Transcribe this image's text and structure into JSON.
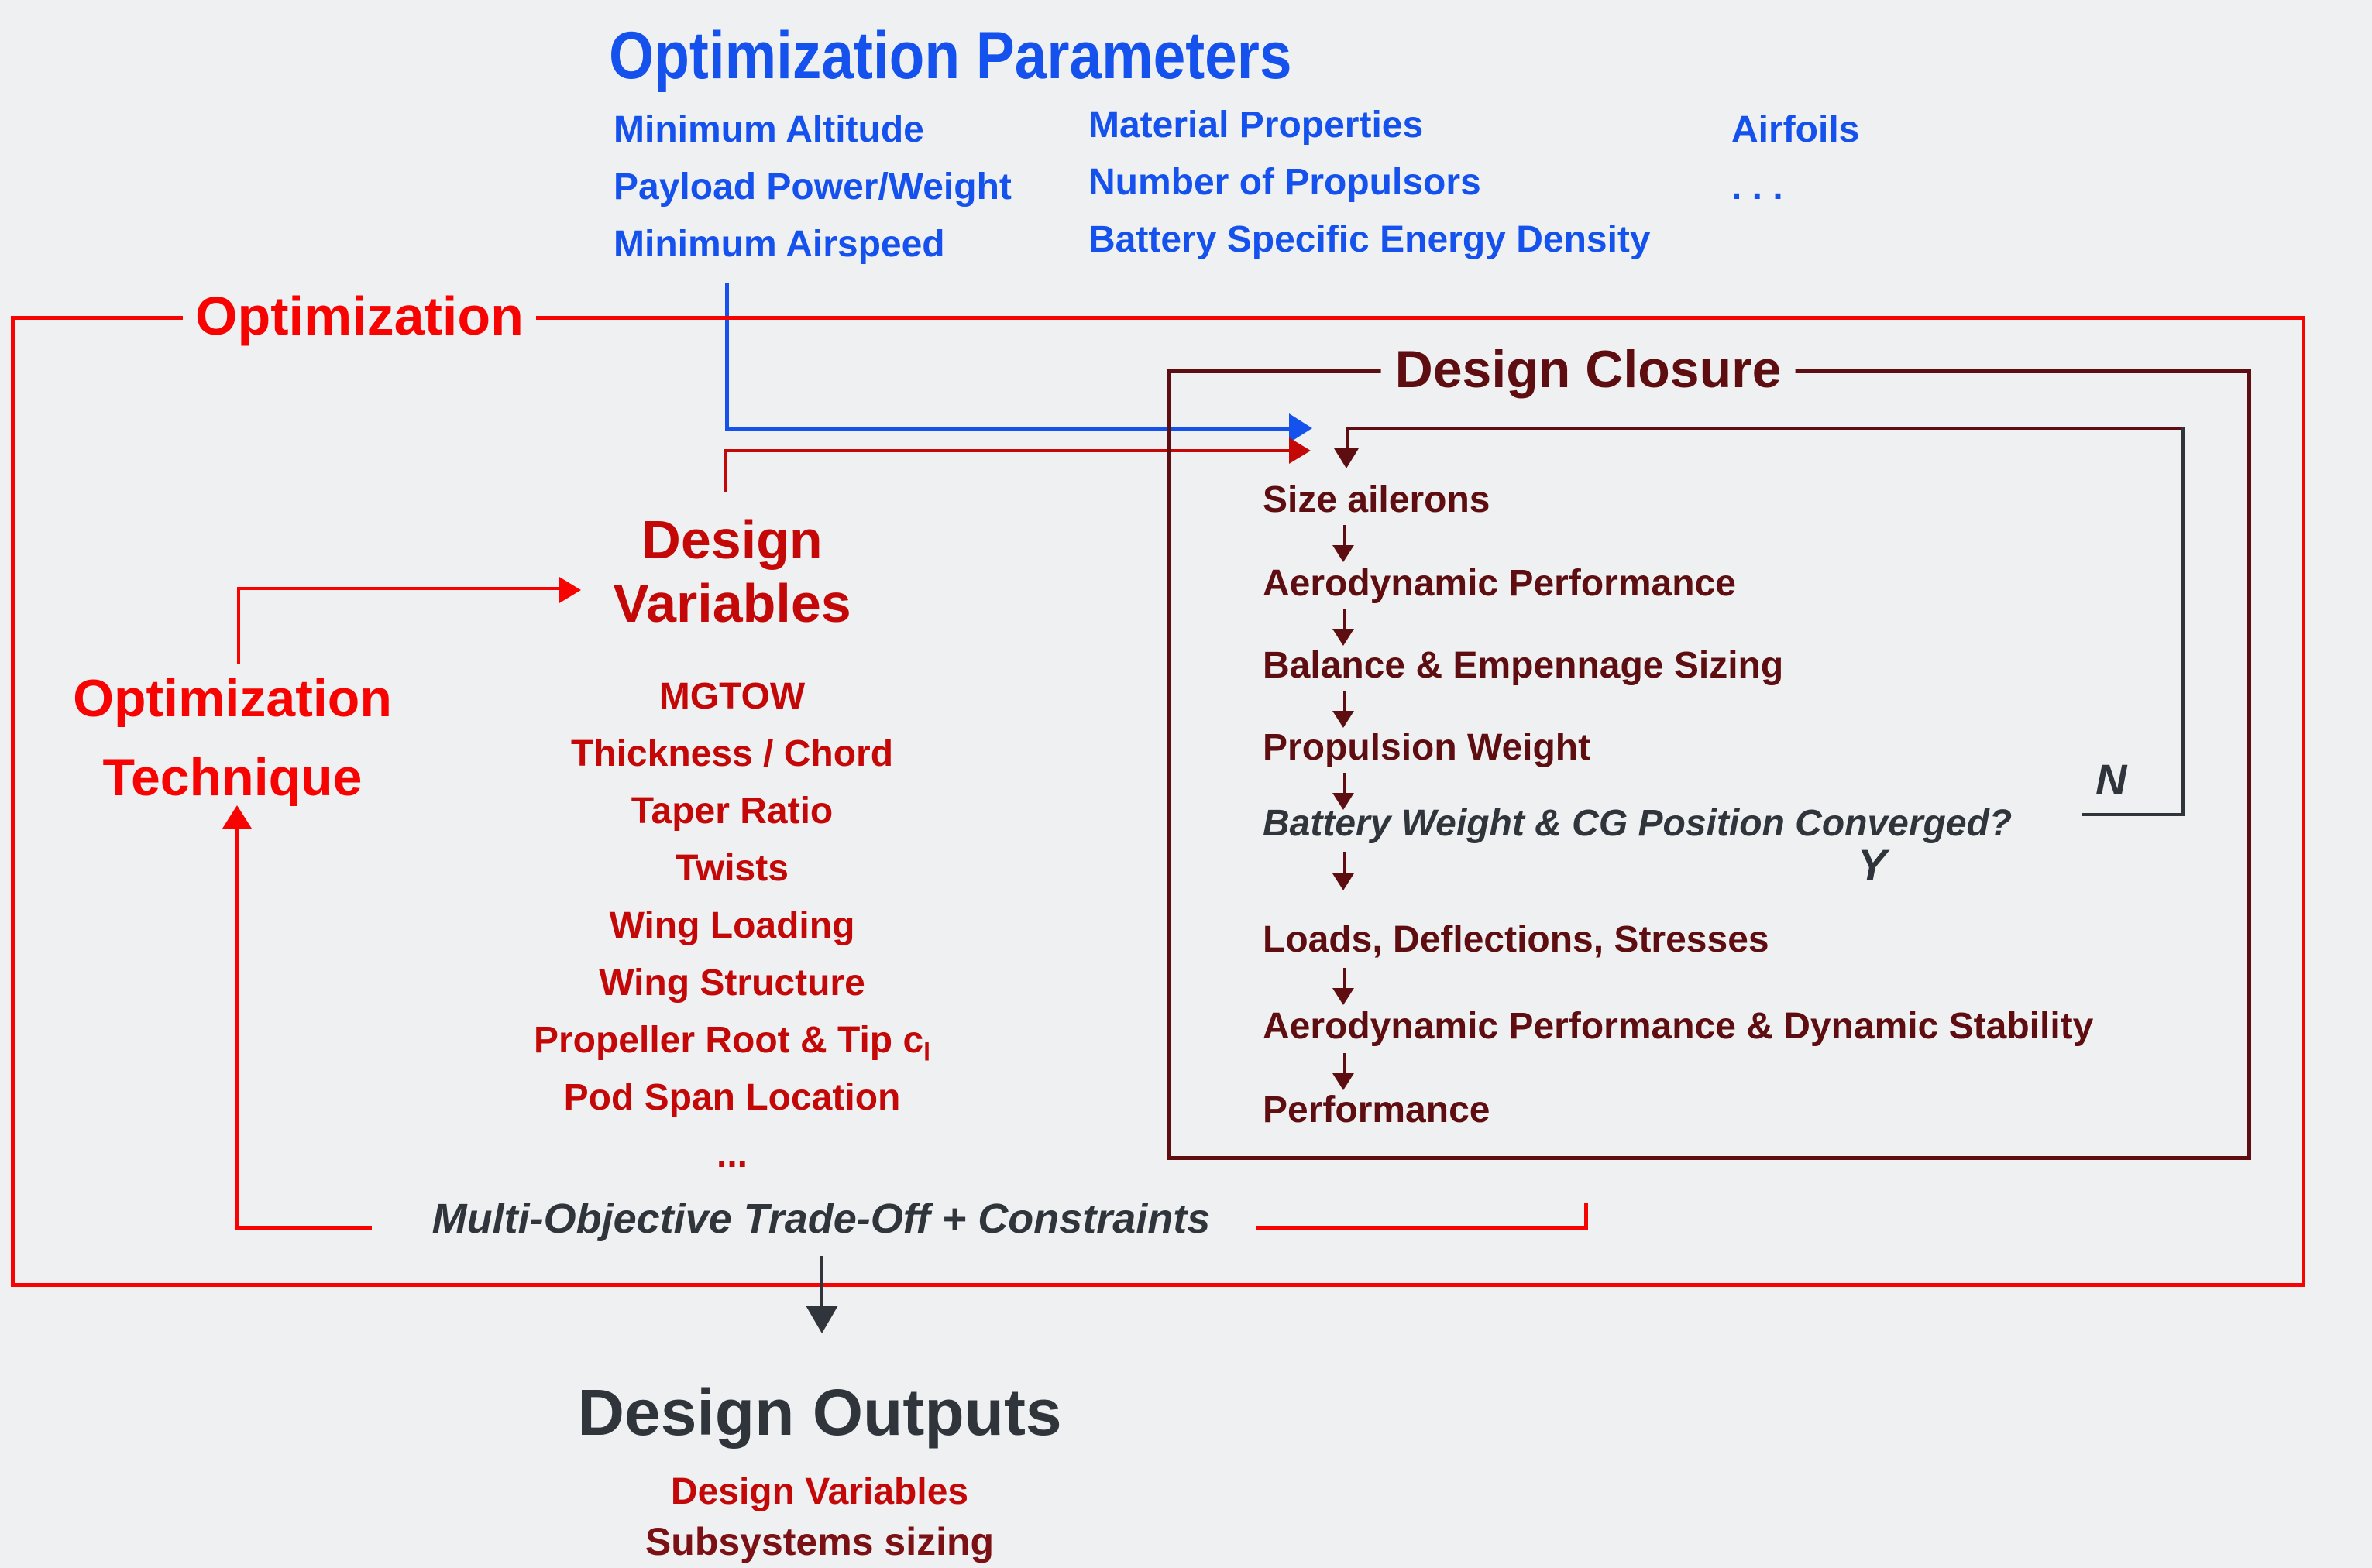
{
  "palette": {
    "background": "#eef0f2",
    "blue": "#1551ec",
    "bright_red": "#f70301",
    "crimson": "#c40808",
    "maroon": "#5e0d10",
    "maroon_soft": "#7b1115",
    "charcoal": "#30353c"
  },
  "parameters": {
    "title": "Optimization Parameters",
    "column1": [
      "Minimum Altitude",
      "Payload Power/Weight",
      "Minimum Airspeed"
    ],
    "column2": [
      "Material Properties",
      "Number of Propulsors",
      "Battery Specific Energy Density"
    ],
    "column3": [
      "Airfoils",
      ". . ."
    ]
  },
  "optimization_box": {
    "label": "Optimization"
  },
  "technique": {
    "line1": "Optimization",
    "line2": "Technique"
  },
  "design_variables": {
    "heading_line1": "Design",
    "heading_line2": "Variables",
    "items": [
      "MGTOW",
      "Thickness / Chord",
      "Taper Ratio",
      "Twists",
      "Wing Loading",
      "Wing Structure",
      "Propeller Root & Tip c",
      "Pod Span Location",
      "..."
    ],
    "propeller_subscript": "l"
  },
  "design_closure": {
    "title": "Design Closure",
    "steps": [
      "Size ailerons",
      "Aerodynamic Performance",
      "Balance & Empennage Sizing",
      "Propulsion Weight",
      "Battery Weight & CG Position Converged?",
      "Loads, Deflections, Stresses",
      "Aerodynamic Performance & Dynamic Stability",
      "Performance"
    ],
    "branch_no": "N",
    "branch_yes": "Y"
  },
  "tradeoff": {
    "label": "Multi-Objective Trade-Off + Constraints"
  },
  "outputs": {
    "title": "Design Outputs",
    "line1": "Design Variables",
    "line2": "Subsystems sizing"
  }
}
